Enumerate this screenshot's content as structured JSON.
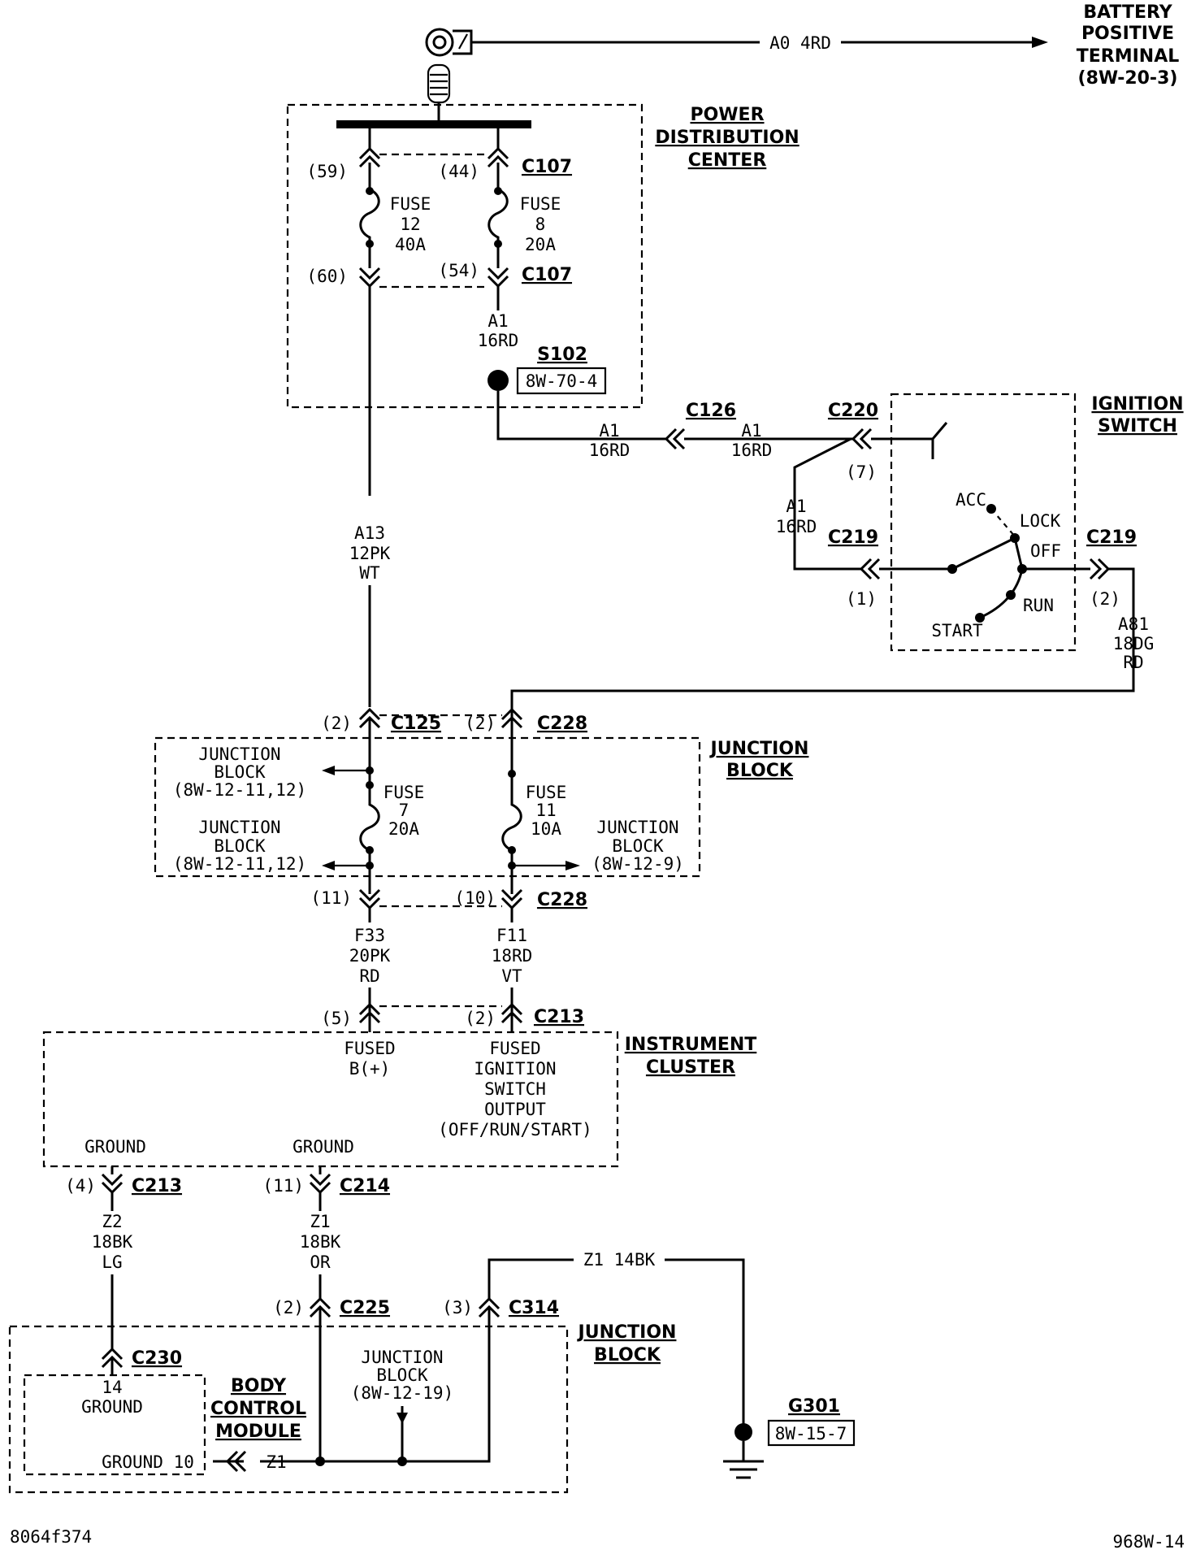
{
  "battery": {
    "title_1": "BATTERY",
    "title_2": "POSITIVE",
    "title_3": "TERMINAL",
    "ref": "(8W-20-3)",
    "wire": "A0  4RD"
  },
  "pdc": {
    "title_1": "POWER",
    "title_2": "DISTRIBUTION",
    "title_3": "CENTER",
    "fuse12": {
      "pin_in": "(59)",
      "pin_out": "(60)",
      "l1": "FUSE",
      "l2": "12",
      "l3": "40A"
    },
    "fuse8": {
      "pin_in": "(44)",
      "pin_out": "(54)",
      "l1": "FUSE",
      "l2": "8",
      "l3": "20A"
    },
    "conn": "C107",
    "wire_a1_1": "A1",
    "wire_a1_2": "16RD",
    "splice": "S102",
    "splice_ref": "8W-70-4"
  },
  "a13": {
    "l1": "A13",
    "l2": "12PK",
    "l3": "WT"
  },
  "c126": {
    "conn": "C126",
    "left_1": "A1",
    "left_2": "16RD",
    "right_1": "A1",
    "right_2": "16RD"
  },
  "ignition": {
    "title_1": "IGNITION",
    "title_2": "SWITCH",
    "c220": "C220",
    "c220_pin": "(7)",
    "c219_left": "C219",
    "c219_left_pin": "(1)",
    "c219_right": "C219",
    "c219_right_pin": "(2)",
    "acc": "ACC",
    "lock": "LOCK",
    "off": "OFF",
    "run": "RUN",
    "start": "START",
    "wire_a1_1": "A1",
    "wire_a1_2": "16RD",
    "a81_1": "A81",
    "a81_2": "18DG",
    "a81_3": "RD"
  },
  "jb1": {
    "title_1": "JUNCTION",
    "title_2": "BLOCK",
    "c125": "C125",
    "c125_pin": "(2)",
    "c228_top": "C228",
    "c228_top_pin": "(2)",
    "c228_bot": "C228",
    "pin11": "(11)",
    "pin10": "(10)",
    "ref_a_1": "JUNCTION",
    "ref_a_2": "BLOCK",
    "ref_a_3": "(8W-12-11,12)",
    "ref_b_1": "JUNCTION",
    "ref_b_2": "BLOCK",
    "ref_b_3": "(8W-12-11,12)",
    "ref_c_1": "JUNCTION",
    "ref_c_2": "BLOCK",
    "ref_c_3": "(8W-12-9)",
    "fuse7": {
      "l1": "FUSE",
      "l2": "7",
      "l3": "20A"
    },
    "fuse11": {
      "l1": "FUSE",
      "l2": "11",
      "l3": "10A"
    }
  },
  "f33": {
    "l1": "F33",
    "l2": "20PK",
    "l3": "RD"
  },
  "f11": {
    "l1": "F11",
    "l2": "18RD",
    "l3": "VT"
  },
  "cluster": {
    "title_1": "INSTRUMENT",
    "title_2": "CLUSTER",
    "c213": "C213",
    "pin5": "(5)",
    "pin2": "(2)",
    "fused_b_1": "FUSED",
    "fused_b_2": "B(+)",
    "fig_1": "FUSED",
    "fig_2": "IGNITION",
    "fig_3": "SWITCH",
    "fig_4": "OUTPUT",
    "fig_5": "(OFF/RUN/START)",
    "ground_1": "GROUND",
    "ground_2": "GROUND",
    "c213_b": "C213",
    "pin4": "(4)",
    "c214": "C214",
    "pin11": "(11)"
  },
  "z2": {
    "l1": "Z2",
    "l2": "18BK",
    "l3": "LG"
  },
  "z1": {
    "l1": "Z1",
    "l2": "18BK",
    "l3": "OR"
  },
  "jb2": {
    "title_1": "JUNCTION",
    "title_2": "BLOCK",
    "c225": "C225",
    "c225_pin": "(2)",
    "c314": "C314",
    "c314_pin": "(3)",
    "ref_1": "JUNCTION",
    "ref_2": "BLOCK",
    "ref_3": "(8W-12-19)",
    "z1_short": "Z1"
  },
  "z1_14bk": "Z1  14BK",
  "bcm": {
    "title_1": "BODY",
    "title_2": "CONTROL",
    "title_3": "MODULE",
    "c230": "C230",
    "pin14": "14",
    "ground_1": "GROUND",
    "ground_10": "GROUND  10"
  },
  "g301": {
    "label": "G301",
    "ref": "8W-15-7"
  },
  "footer": {
    "left": "8064f374",
    "right": "968W-14"
  }
}
